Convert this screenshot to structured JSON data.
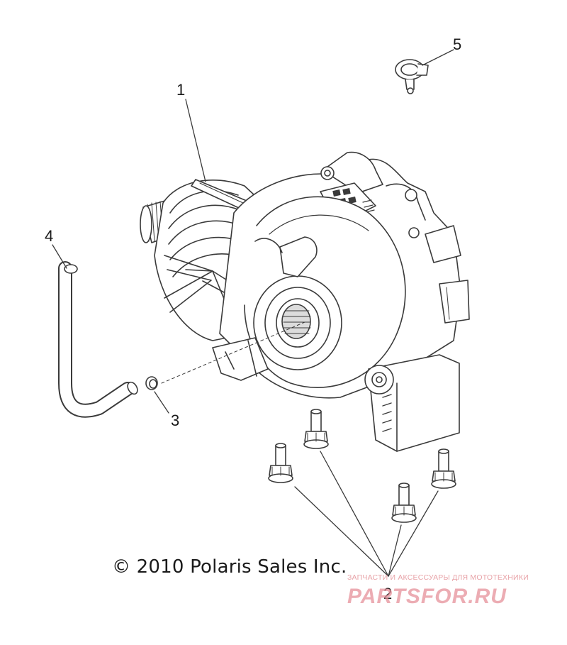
{
  "diagram": {
    "callouts": [
      {
        "id": "1",
        "label": "1",
        "part": "main gearcase housing"
      },
      {
        "id": "2",
        "label": "2",
        "part": "flanged bolt"
      },
      {
        "id": "3",
        "label": "3",
        "part": "hose clamp"
      },
      {
        "id": "4",
        "label": "4",
        "part": "vent hose"
      },
      {
        "id": "5",
        "label": "5",
        "part": "retaining clip"
      }
    ],
    "copyright": "© 2010 Polaris Sales Inc."
  },
  "watermark": {
    "tagline": "ЗАПЧАСТИ И АКСЕССУАРЫ ДЛЯ МОТОТЕХНИКИ",
    "logo_text": "PARTSFOR.RU",
    "color": "#e5909a"
  },
  "colors": {
    "line": "#3a3a3a",
    "fill": "#ffffff",
    "shade": "#dcdcdc"
  }
}
